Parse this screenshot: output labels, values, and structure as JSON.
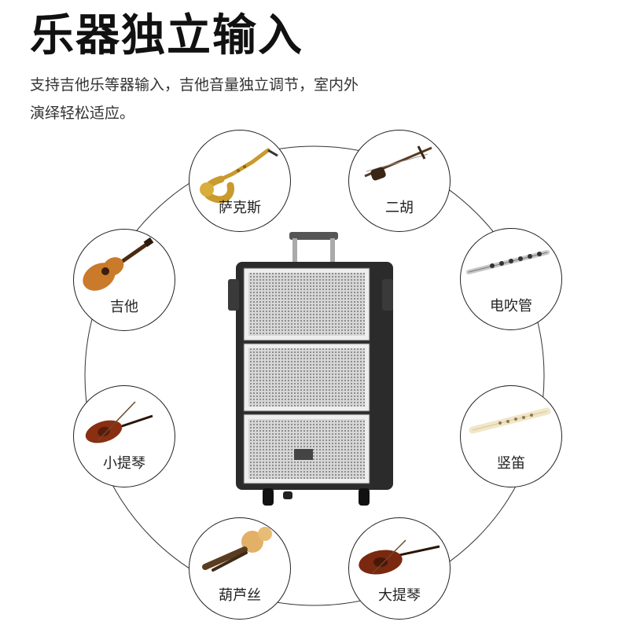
{
  "header": {
    "title": "乐器独立输入",
    "desc_line1": "支持吉他乐等器输入，吉他音量独立调节，室内外",
    "desc_line2": "演绎轻松适应。"
  },
  "instruments": [
    {
      "label": "萨克斯",
      "icon": "saxophone-icon"
    },
    {
      "label": "二胡",
      "icon": "erhu-icon"
    },
    {
      "label": "吉他",
      "icon": "guitar-icon"
    },
    {
      "label": "电吹管",
      "icon": "wind-pipe-icon"
    },
    {
      "label": "小提琴",
      "icon": "violin-icon"
    },
    {
      "label": "竖笛",
      "icon": "recorder-icon"
    },
    {
      "label": "葫芦丝",
      "icon": "hulusi-icon"
    },
    {
      "label": "大提琴",
      "icon": "cello-icon"
    }
  ],
  "colors": {
    "gold": "#c99a2e",
    "wood": "#b5651d",
    "dark_wood": "#6b2a12",
    "speaker_body": "#2b2b2b",
    "grille": "#9a9a9a"
  }
}
